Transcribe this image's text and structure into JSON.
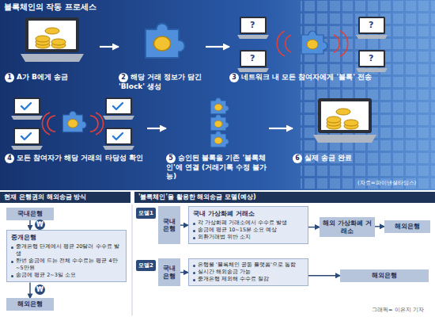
{
  "diagram": {
    "title": "블록체인의 작동 프로세스",
    "nodes": [
      {
        "text": [
          "1",
          "A가 B에게 송금"
        ]
      },
      {
        "text": [
          "2",
          "해당 거래 정보가 담긴 'Block' 생성"
        ]
      },
      {
        "text": [
          "3",
          "네트워크 내 모든 참여자에게 '블록' 전송"
        ]
      },
      {
        "text": [
          "4",
          "모든 참여자가 해당 거래의 타당성 확인"
        ]
      },
      {
        "text": [
          "5",
          "승인된 블록을 기존 '블록체인'에 연결 (거래기록 수정 불가능)"
        ]
      },
      {
        "text": [
          "6",
          "실제 송금 완료"
        ]
      },
      {
        "text": [
          "국내은행"
        ]
      },
      {
        "text": [
          "중개은행",
          "중개은행 단계에서 평균 20달러 수수료 발생",
          "한번 송금에 드는 전체 수수료는 평균 4만~5만원",
          "송금에 평균 2~3일 소요"
        ]
      },
      {
        "text": [
          "해외은행"
        ]
      },
      {
        "text": [
          "국내 은행"
        ]
      },
      {
        "text": [
          "국내 가상화폐 거래소",
          "각 가상화폐 거래소에서 수수료 발생",
          "송금에 평균 10~15분 소요 예상",
          "외환거래법 위반 소지"
        ]
      },
      {
        "text": [
          "해외 가상화폐 거래소"
        ]
      },
      {
        "text": [
          "해외은행"
        ]
      },
      {
        "text": [
          "국내 은행"
        ]
      },
      {
        "text": [
          "은행을 '블록체인 공동 플랫폼'으로 통합",
          "실시간 해외송금 가능",
          "중개은행 제외해 수수료 절감"
        ]
      },
      {
        "text": [
          "해외은행"
        ]
      }
    ],
    "edges": [
      {
        "from": 0,
        "to": 1,
        "arrow": "to"
      },
      {
        "from": 1,
        "to": 2,
        "arrow": "to"
      },
      {
        "from": 3,
        "to": 4,
        "arrow": "to"
      },
      {
        "from": 4,
        "to": 5,
        "arrow": "to"
      },
      {
        "from": 6,
        "to": 7,
        "arrow": "to"
      },
      {
        "from": 7,
        "to": 8,
        "arrow": "to"
      },
      {
        "from": 9,
        "to": 10,
        "arrow": "to"
      },
      {
        "from": 10,
        "to": 11,
        "arrow": "to"
      },
      {
        "from": 11,
        "to": 12,
        "arrow": "to"
      },
      {
        "from": 13,
        "to": 14,
        "arrow": "to"
      },
      {
        "from": 14,
        "to": 15,
        "arrow": "to"
      }
    ],
    "labels": [
      "?",
      "?",
      "?",
      "?",
      "(자료=파이낸셜타임스)",
      "현재 은행권의 해외송금 방식",
      "₩",
      "₩",
      "'블록체인'을 활용한 해외송금 모델(예상)",
      "모델1",
      "모델2",
      "그래픽= 이은지 기자"
    ]
  }
}
